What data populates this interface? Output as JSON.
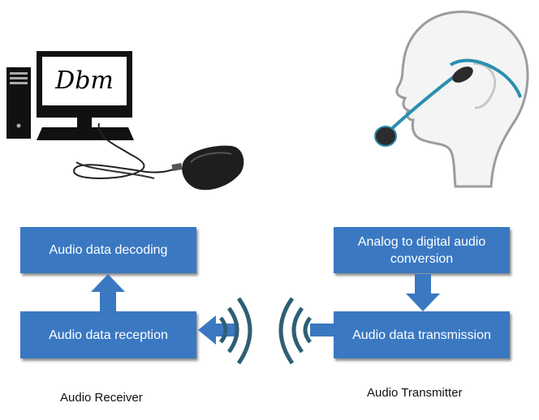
{
  "computer": {
    "screen_text": "Dbm"
  },
  "boxes": {
    "decoding": "Audio data decoding",
    "reception": "Audio data reception",
    "conversion": "Analog to digital audio conversion",
    "transmission": "Audio data transmission"
  },
  "captions": {
    "receiver": "Audio Receiver",
    "transmitter": "Audio Transmitter"
  },
  "colors": {
    "box_fill": "#3a78c2",
    "arrow_fill": "#3a78c2",
    "wave_color": "#2e5f74",
    "headset_cable": "#2a8fb0"
  },
  "icons": [
    "desktop-computer-icon",
    "usb-receiver-icon",
    "head-with-headset-icon",
    "wireless-signal-icon"
  ]
}
